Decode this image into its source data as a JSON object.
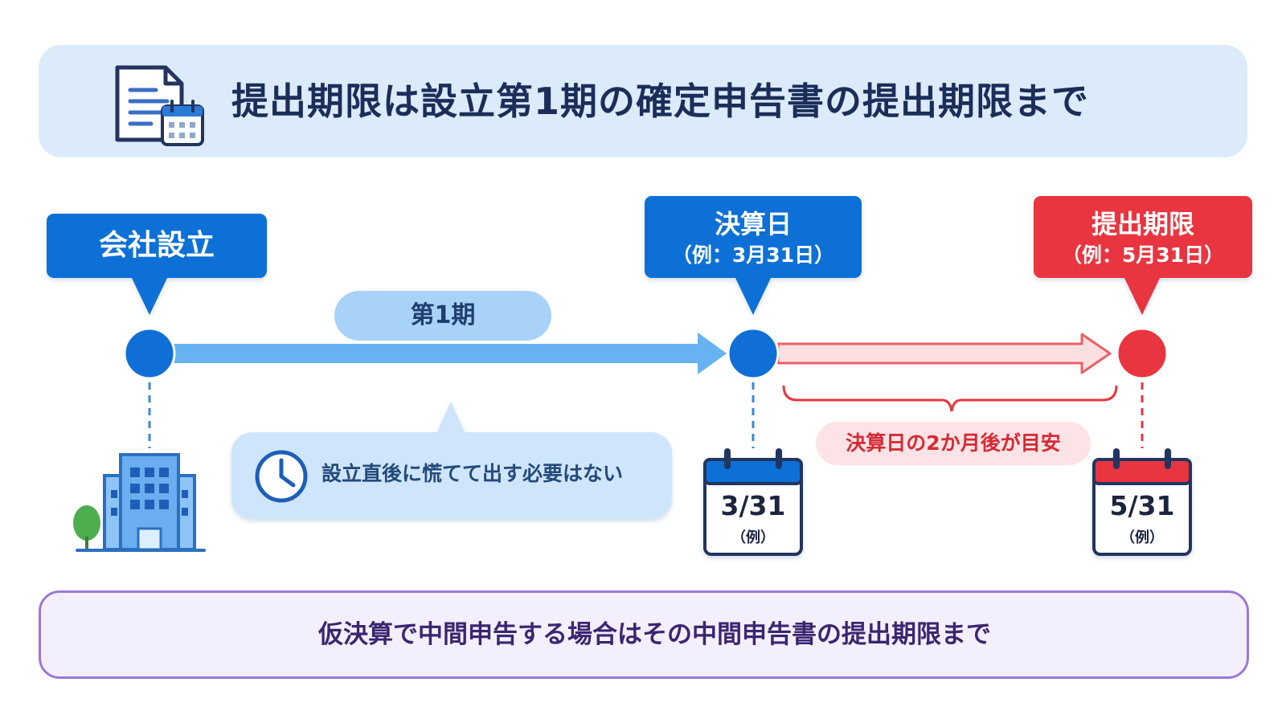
{
  "header": {
    "title": "提出期限は設立第1期の確定申告書の提出期限まで",
    "icon": "document-calendar-icon"
  },
  "timeline": {
    "start": {
      "label": "会社設立",
      "icon": "office-building-icon"
    },
    "period": {
      "label": "第1期"
    },
    "settlement": {
      "label": "決算日",
      "example": "（例：3月31日）",
      "calendar_date": "3/31",
      "calendar_note": "（例）"
    },
    "deadline": {
      "label": "提出期限",
      "example": "（例：5月31日）",
      "calendar_date": "5/31",
      "calendar_note": "（例）"
    },
    "gap_label": "決算日の2か月後が目安",
    "note": {
      "text": "設立直後に慌てて出す必要はない",
      "icon": "clock-icon"
    }
  },
  "footer": {
    "text": "仮決算で中間申告する場合はその中間申告書の提出期限まで",
    "icon": "info-icon"
  },
  "colors": {
    "blue": "#0f6fd6",
    "light_blue": "#66b2f2",
    "red": "#e9353f",
    "purple": "#6b3fc0",
    "header_bg": "#dcebf9",
    "footer_bg": "#f4effc"
  }
}
